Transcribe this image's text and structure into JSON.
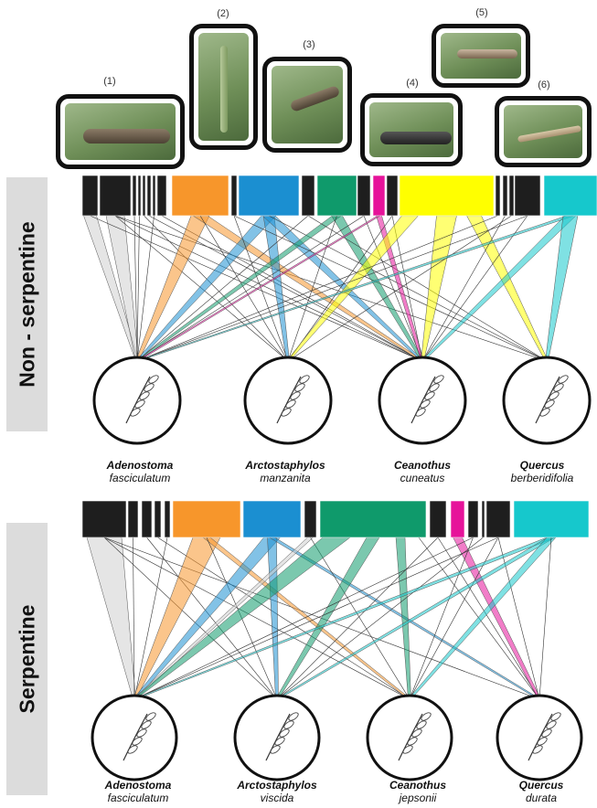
{
  "caterpillars": [
    {
      "label": "(1)",
      "color": "#f7962b"
    },
    {
      "label": "(2)",
      "color": "#1b8fd1"
    },
    {
      "label": "(3)",
      "color": "#0f9a6b"
    },
    {
      "label": "(4)",
      "color": "#e6139a"
    },
    {
      "label": "(5)",
      "color": "#ffff00"
    },
    {
      "label": "(6)",
      "color": "#16c8cc"
    }
  ],
  "panels": [
    {
      "habitat": "Non - serpentine",
      "plants": [
        {
          "genus": "Adenostoma",
          "species": "fasciculatum"
        },
        {
          "genus": "Arctostaphylos",
          "species": "manzanita"
        },
        {
          "genus": "Ceanothus",
          "species": "cuneatus"
        },
        {
          "genus": "Quercus",
          "species": "berberidifolia"
        }
      ]
    },
    {
      "habitat": "Serpentine",
      "plants": [
        {
          "genus": "Adenostoma",
          "species": "fasciculatum"
        },
        {
          "genus": "Arctostaphylos",
          "species": "viscida"
        },
        {
          "genus": "Ceanothus",
          "species": "jepsonii"
        },
        {
          "genus": "Quercus",
          "species": "durata"
        }
      ]
    }
  ],
  "colors": {
    "other_species": "#1e1e1e",
    "side_label_bg": "#dcdcdc"
  }
}
